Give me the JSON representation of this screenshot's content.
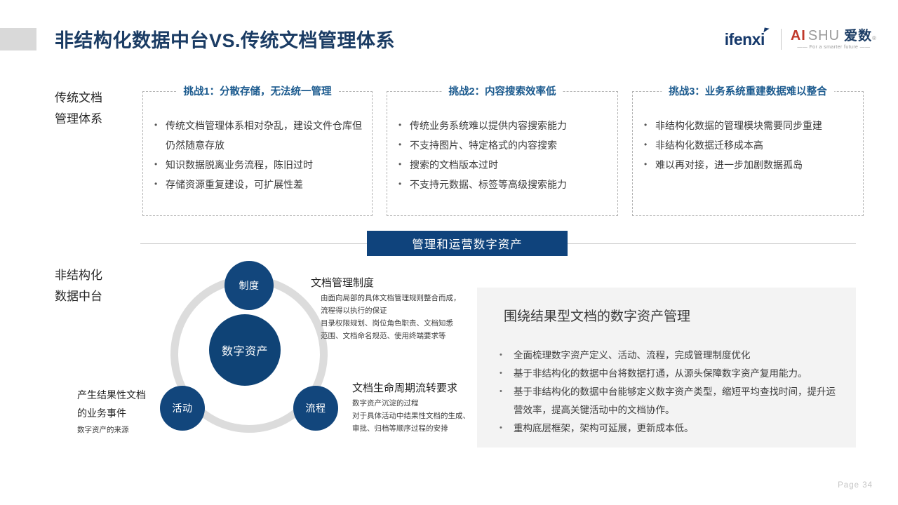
{
  "header": {
    "title": "非结构化数据中台VS.传统文档管理体系",
    "accent_color": "#d9d9d9",
    "title_color": "#1b3c64"
  },
  "brand": {
    "ifenxi": "ifenxi",
    "aishu_ai": "AI",
    "aishu_shu": "SHU",
    "aishu_cn": "爱数",
    "aishu_reg": "®",
    "aishu_tagline": "—— For a smarter future ——"
  },
  "sections": {
    "traditional_label_line1": "传统文档",
    "traditional_label_line2": "管理体系",
    "platform_label_line1": "非结构化",
    "platform_label_line2": "数据中台"
  },
  "challenges": [
    {
      "title": "挑战1：分散存储，无法统一管理",
      "items": [
        "传统文档管理体系相对杂乱，建设文件仓库但仍然随意存放",
        "知识数据脱离业务流程，陈旧过时",
        "存储资源重复建设，可扩展性差"
      ]
    },
    {
      "title": "挑战2：内容搜索效率低",
      "items": [
        "传统业务系统难以提供内容搜索能力",
        "不支持图片、特定格式的内容搜索",
        "搜索的文档版本过时",
        "不支持元数据、标签等高级搜索能力"
      ]
    },
    {
      "title": "挑战3：业务系统重建数据难以整合",
      "items": [
        "非结构化数据的管理模块需要同步重建",
        "非结构化数据迁移成本高",
        "难以再对接，进一步加剧数据孤岛"
      ]
    }
  ],
  "banner": {
    "label": "管理和运营数字资产",
    "background": "#0f437c",
    "text_color": "#ffffff"
  },
  "diagram": {
    "ring_color": "#dcdcdc",
    "node_color": "#12467c",
    "center": "数字资产",
    "top": "制度",
    "left": "活动",
    "right": "流程"
  },
  "annotations": {
    "institution": {
      "title": "文档管理制度",
      "lines": [
        "由面向局部的具体文档管理规则整合而成，",
        "流程得以执行的保证",
        "目录权限规划、岗位角色职责、文档知悉",
        "范围、文档命名规范、使用终端要求等"
      ]
    },
    "lifecycle": {
      "title": "文档生命周期流转要求",
      "lines": [
        "数字资产沉淀的过程",
        "对于具体活动中结果性文档的生成、",
        "审批、归档等顺序过程的安排"
      ]
    },
    "event": {
      "title_line1": "产生结果性文档",
      "title_line2": "的业务事件",
      "subtitle": "数字资产的来源"
    }
  },
  "right_panel": {
    "title": "围绕结果型文档的数字资产管理",
    "background": "#f3f3f3",
    "items": [
      "全面梳理数字资产定义、活动、流程，完成管理制度优化",
      "基于非结构化的数据中台将数据打通，从源头保障数字资产复用能力。",
      "基于非结构化的数据中台能够定义数字资产类型，缩短平均查找时间，提升运营效率，提高关键活动中的文档协作。",
      "重构底层框架，架构可延展，更新成本低。"
    ]
  },
  "footer": {
    "page_label": "Page  34"
  }
}
